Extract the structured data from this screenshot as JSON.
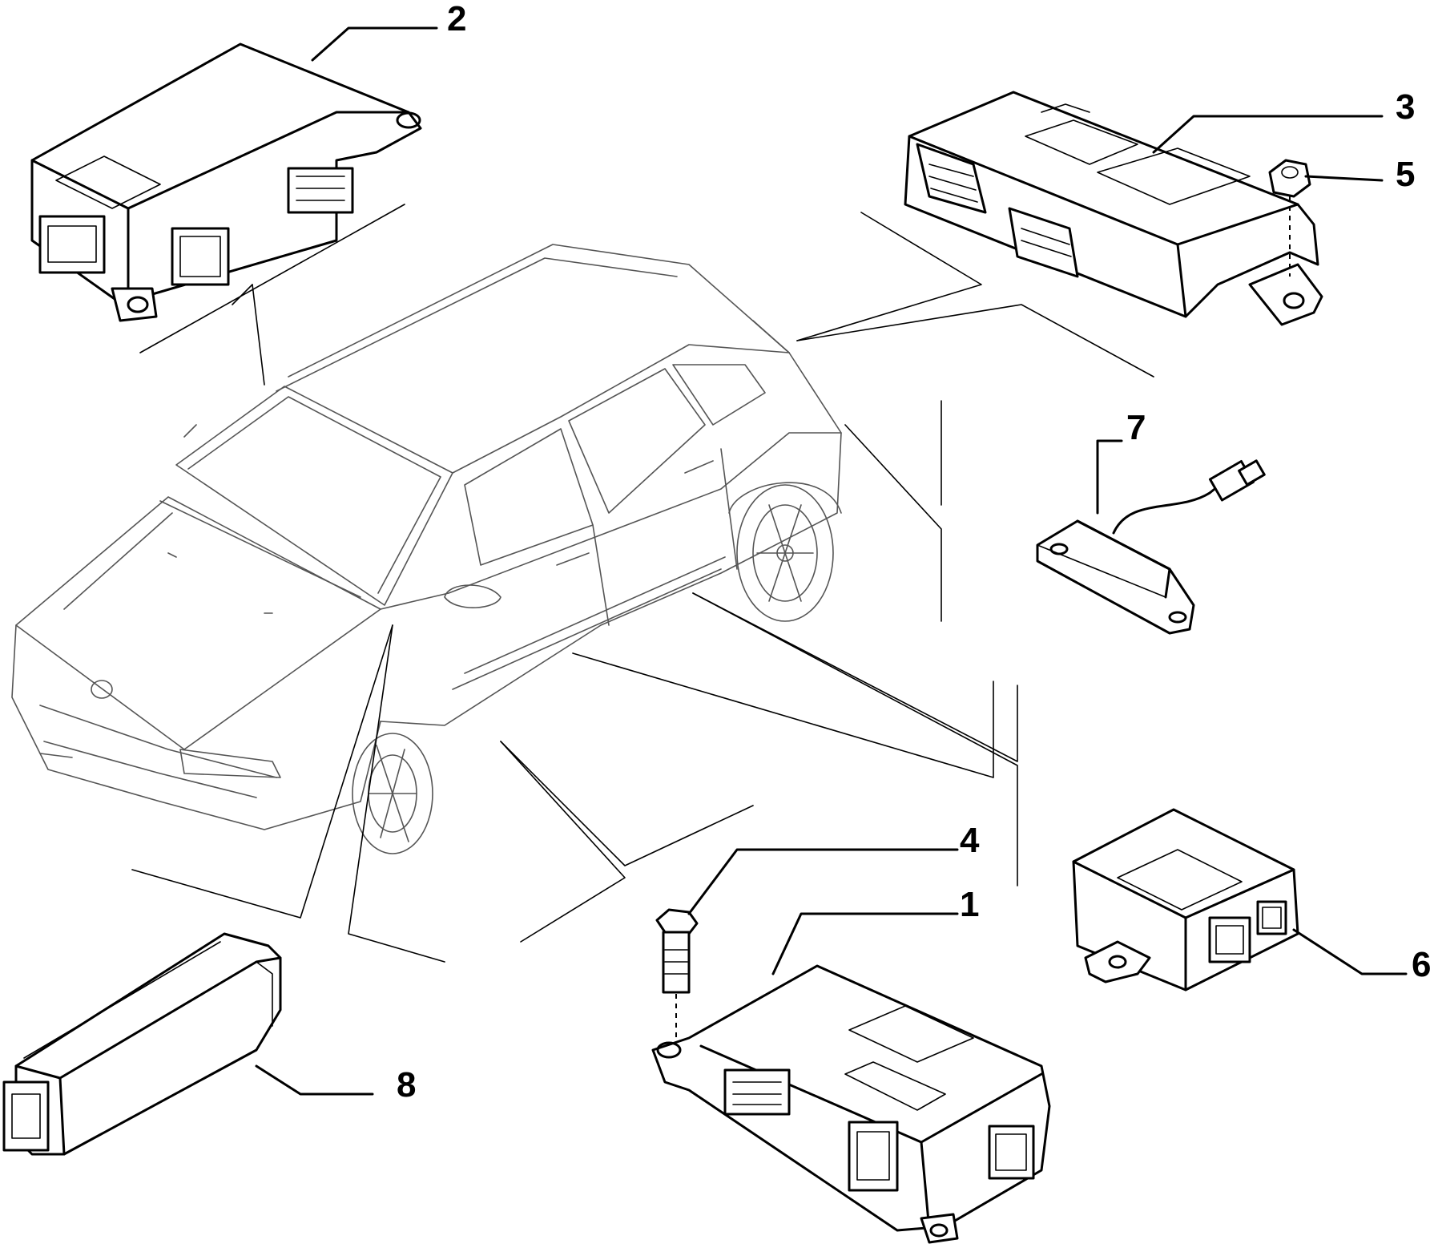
{
  "callouts": {
    "c1": "1",
    "c2": "2",
    "c3": "3",
    "c4": "4",
    "c5": "5",
    "c6": "6",
    "c7": "7",
    "c8": "8"
  },
  "colors": {
    "line": "#000000",
    "car_outline": "#555555",
    "background": "#ffffff"
  },
  "icons": [
    "control-unit",
    "bolt",
    "nut",
    "sensor-with-cable",
    "car-outline"
  ]
}
